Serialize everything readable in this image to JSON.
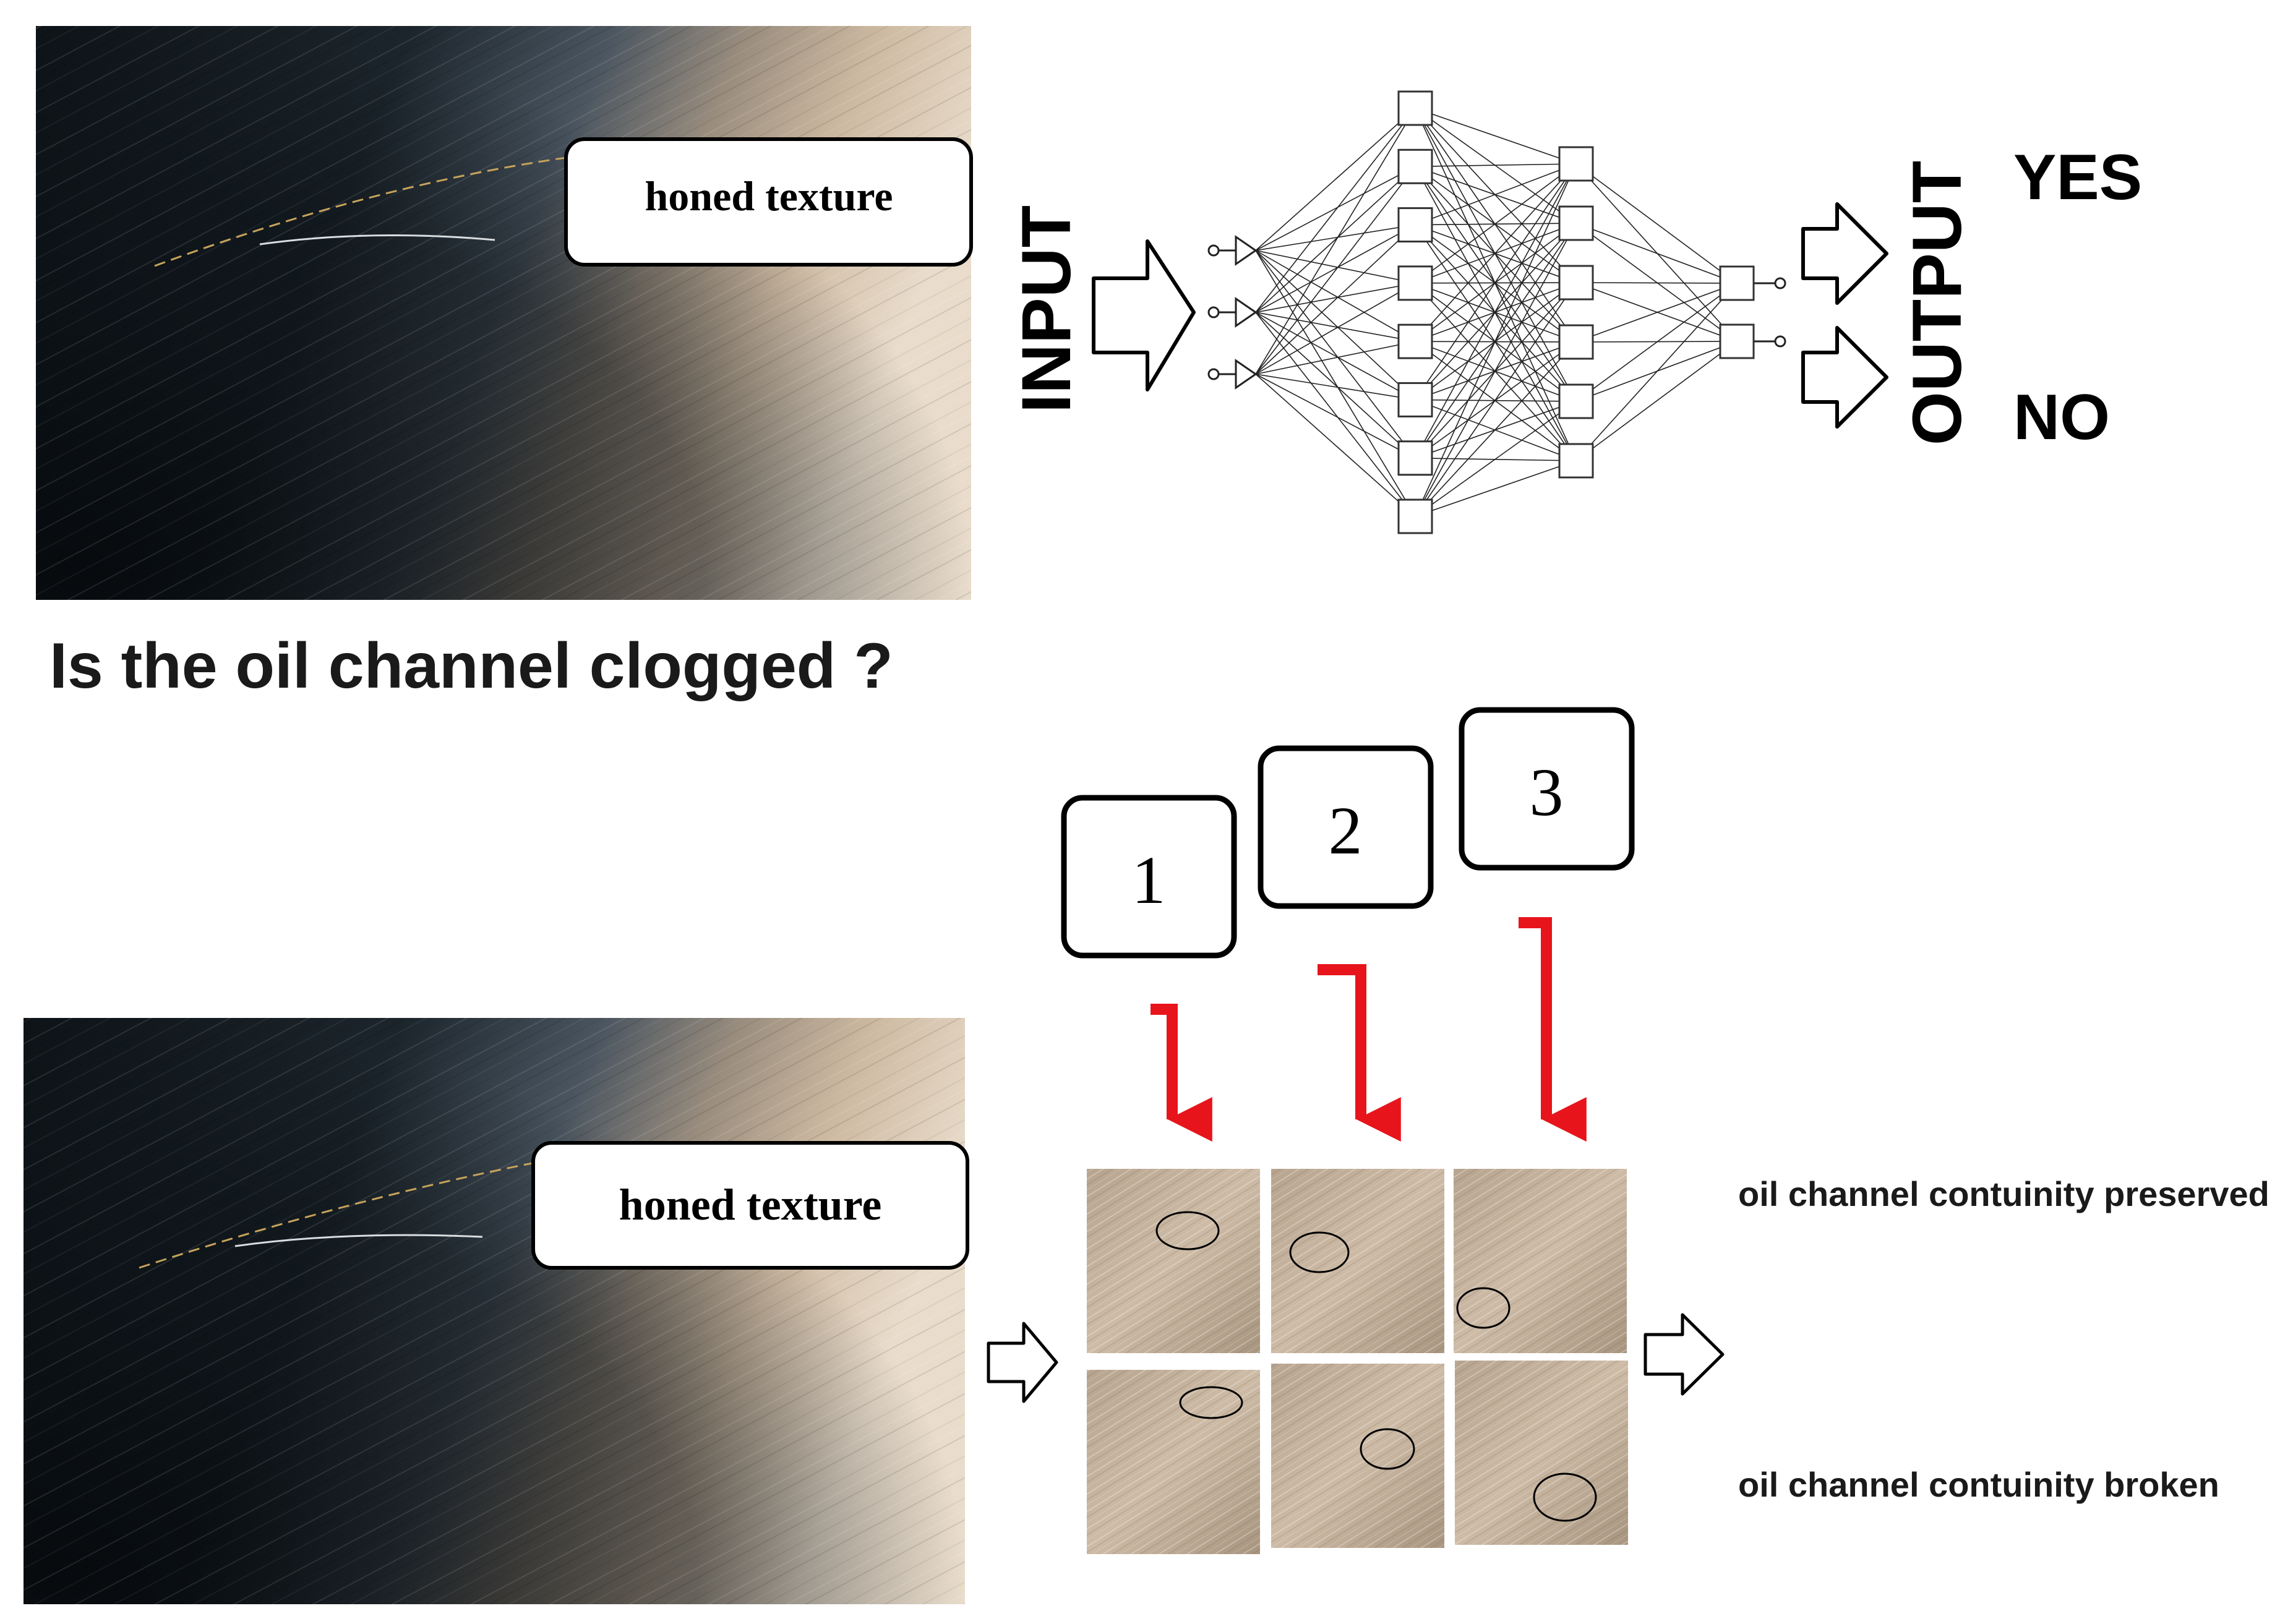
{
  "top": {
    "callout_label": "honed texture",
    "question": "Is the oil channel clogged ?"
  },
  "network": {
    "input_label": "INPUT",
    "output_label": "OUTPUT",
    "yes_label": "YES",
    "no_label": "NO",
    "layers": [
      3,
      8,
      6,
      2
    ]
  },
  "bottom": {
    "callout_label": "honed texture",
    "step_1": "1",
    "step_2": "2",
    "step_3": "3",
    "result_preserved": "oil channel contuinity preserved",
    "result_broken": "oil channel contuinity broken"
  },
  "colors": {
    "arrow_red": "#e8141b",
    "metal_dark": "#1a2229",
    "metal_light": "#c9b59c"
  }
}
